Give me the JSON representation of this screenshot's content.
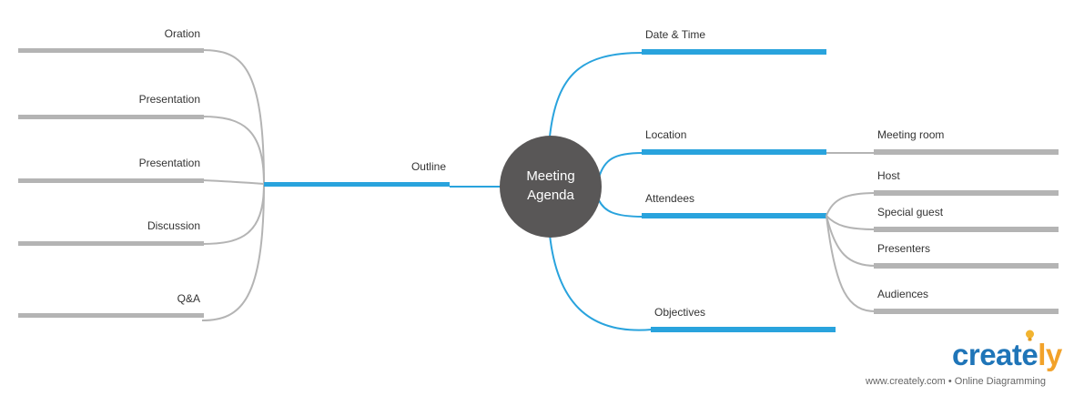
{
  "center": {
    "line1": "Meeting",
    "line2": "Agenda",
    "fill": "#595757"
  },
  "colors": {
    "blue_branch": "#29a3dd",
    "grey_branch": "#b4b4b4"
  },
  "left": {
    "main": "Outline",
    "items": [
      "Oration",
      "Presentation",
      "Presentation",
      "Discussion",
      "Q&A"
    ]
  },
  "right": {
    "date_time": "Date & Time",
    "location": "Location",
    "location_items": [
      "Meeting room"
    ],
    "attendees": "Attendees",
    "attendee_items": [
      "Host",
      "Special guest",
      "Presenters",
      "Audiences"
    ],
    "objectives": "Objectives"
  },
  "branding": {
    "logo_main": "creat",
    "logo_accent": "e",
    "logo_end": "ly",
    "tagline": "www.creately.com • Online Diagramming"
  }
}
